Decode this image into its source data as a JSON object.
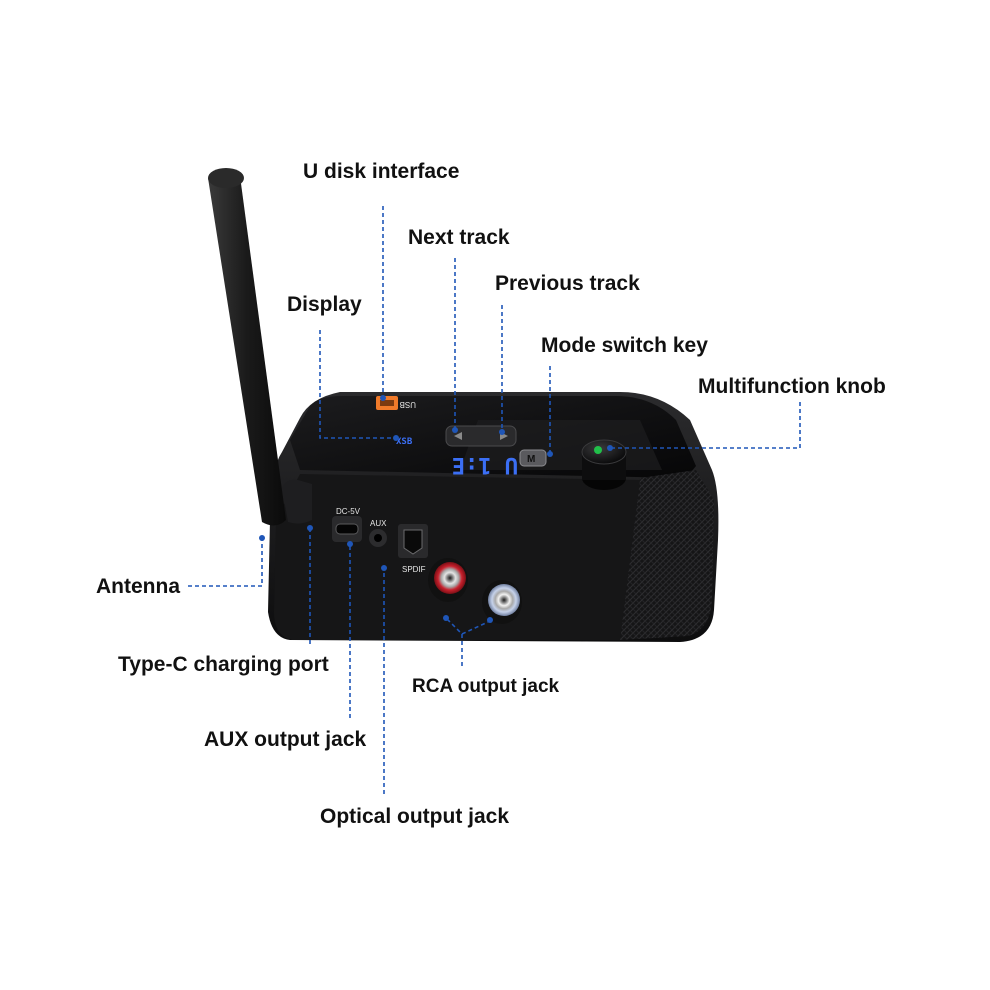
{
  "labels": {
    "u_disk": "U disk interface",
    "next_track": "Next track",
    "previous_track": "Previous track",
    "display": "Display",
    "mode_switch": "Mode switch key",
    "knob": "Multifunction knob",
    "antenna": "Antenna",
    "type_c": "Type-C charging port",
    "rca": "RCA output jack",
    "aux": "AUX output jack",
    "optical": "Optical output jack"
  },
  "device": {
    "usb_marking": "USB",
    "dc_marking": "DC-5V",
    "aux_marking": "AUX",
    "spdif_marking": "SPDIF",
    "mode_key_marking": "M",
    "display_readout": "U  1:E"
  },
  "colors": {
    "leader": "#1f56b8",
    "display": "#3b6ff5",
    "usb_port": "#f07a2a",
    "rca_red": "#c8202c",
    "rca_white": "#d9dde6",
    "knob_led": "#21c04a"
  }
}
